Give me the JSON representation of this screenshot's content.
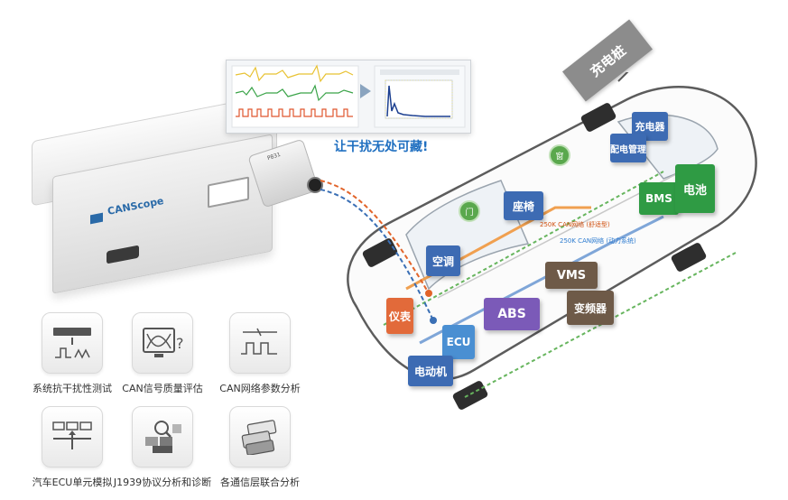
{
  "device": {
    "brand": "CANScope",
    "probe_label": "P831"
  },
  "tagline": "让干扰无处可藏!",
  "charging_pile": "充电桩",
  "modules": {
    "kongtiao": "空调",
    "zuoyi": "座椅",
    "abs": "ABS",
    "vms": "VMS",
    "bianpinqi": "变频器",
    "yibiao": "仪表",
    "ecu": "ECU",
    "diandongji": "电动机",
    "chongdianqi": "充电器",
    "peidian": "配电管理",
    "bms": "BMS",
    "dianchi": "电池",
    "men": "门",
    "chuang": "窗"
  },
  "bus_notes": {
    "high": "250K CAN网络 (舒适型)",
    "low": "250K CAN网络 (动力系统)"
  },
  "features": [
    {
      "label": "系统抗干扰性测试",
      "icon": "interference-test-icon"
    },
    {
      "label": "CAN信号质量评估",
      "icon": "signal-quality-icon"
    },
    {
      "label": "CAN网络参数分析",
      "icon": "network-params-icon"
    },
    {
      "label": "汽车ECU单元模拟",
      "icon": "ecu-simulation-icon"
    },
    {
      "label": "J1939协议分析和诊断",
      "icon": "j1939-analysis-icon"
    },
    {
      "label": "各通信层联合分析",
      "icon": "multi-layer-analysis-icon"
    }
  ],
  "colors": {
    "kongtiao": "#3d6bb3",
    "zuoyi": "#3d6bb3",
    "abs": "#7b5ab8",
    "vms": "#6e5a48",
    "bianpinqi": "#6e5a48",
    "yibiao": "#e26a3a",
    "ecu": "#4a8fd2",
    "diandongji": "#3d6bb3",
    "chongdianqi": "#3d6bb3",
    "peidian": "#3d6bb3",
    "bms": "#2f9b44",
    "dianchi": "#2f9b44",
    "tagline": "#1f6fc0"
  }
}
